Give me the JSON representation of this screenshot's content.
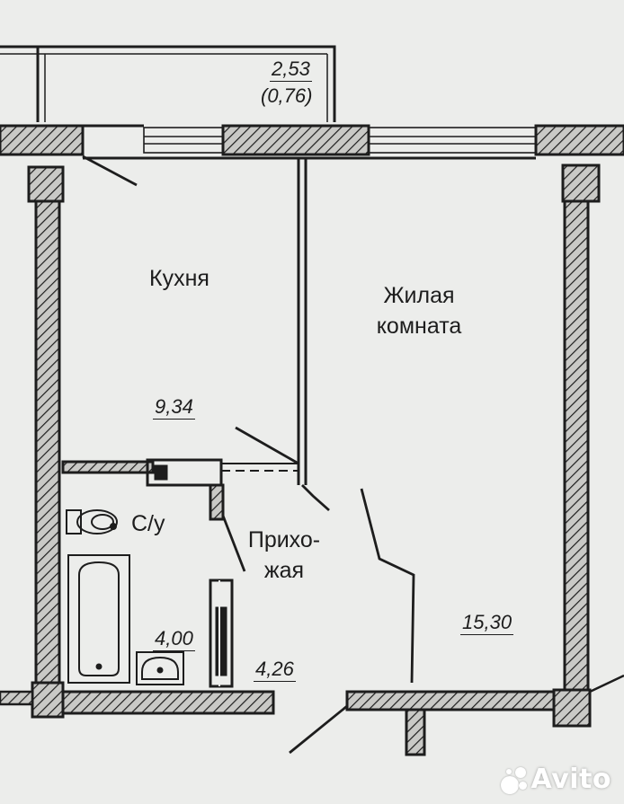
{
  "rooms": {
    "kitchen": {
      "name": "Кухня",
      "area": "9,34"
    },
    "living_room": {
      "name_line1": "Жилая",
      "name_line2": "комната",
      "area": "15,30"
    },
    "hallway": {
      "name_line1": "Прихо-",
      "name_line2": "жая",
      "area": "4,26"
    },
    "bathroom": {
      "name": "С/у",
      "area": "4,00"
    },
    "balcony": {
      "area": "2,53",
      "area_reduced": "(0,76)"
    }
  },
  "watermark": {
    "text": "Avito"
  },
  "colors": {
    "line": "#1d1d1d",
    "background": "#ecedeb",
    "hatch_fill": "#c9c9c6"
  }
}
